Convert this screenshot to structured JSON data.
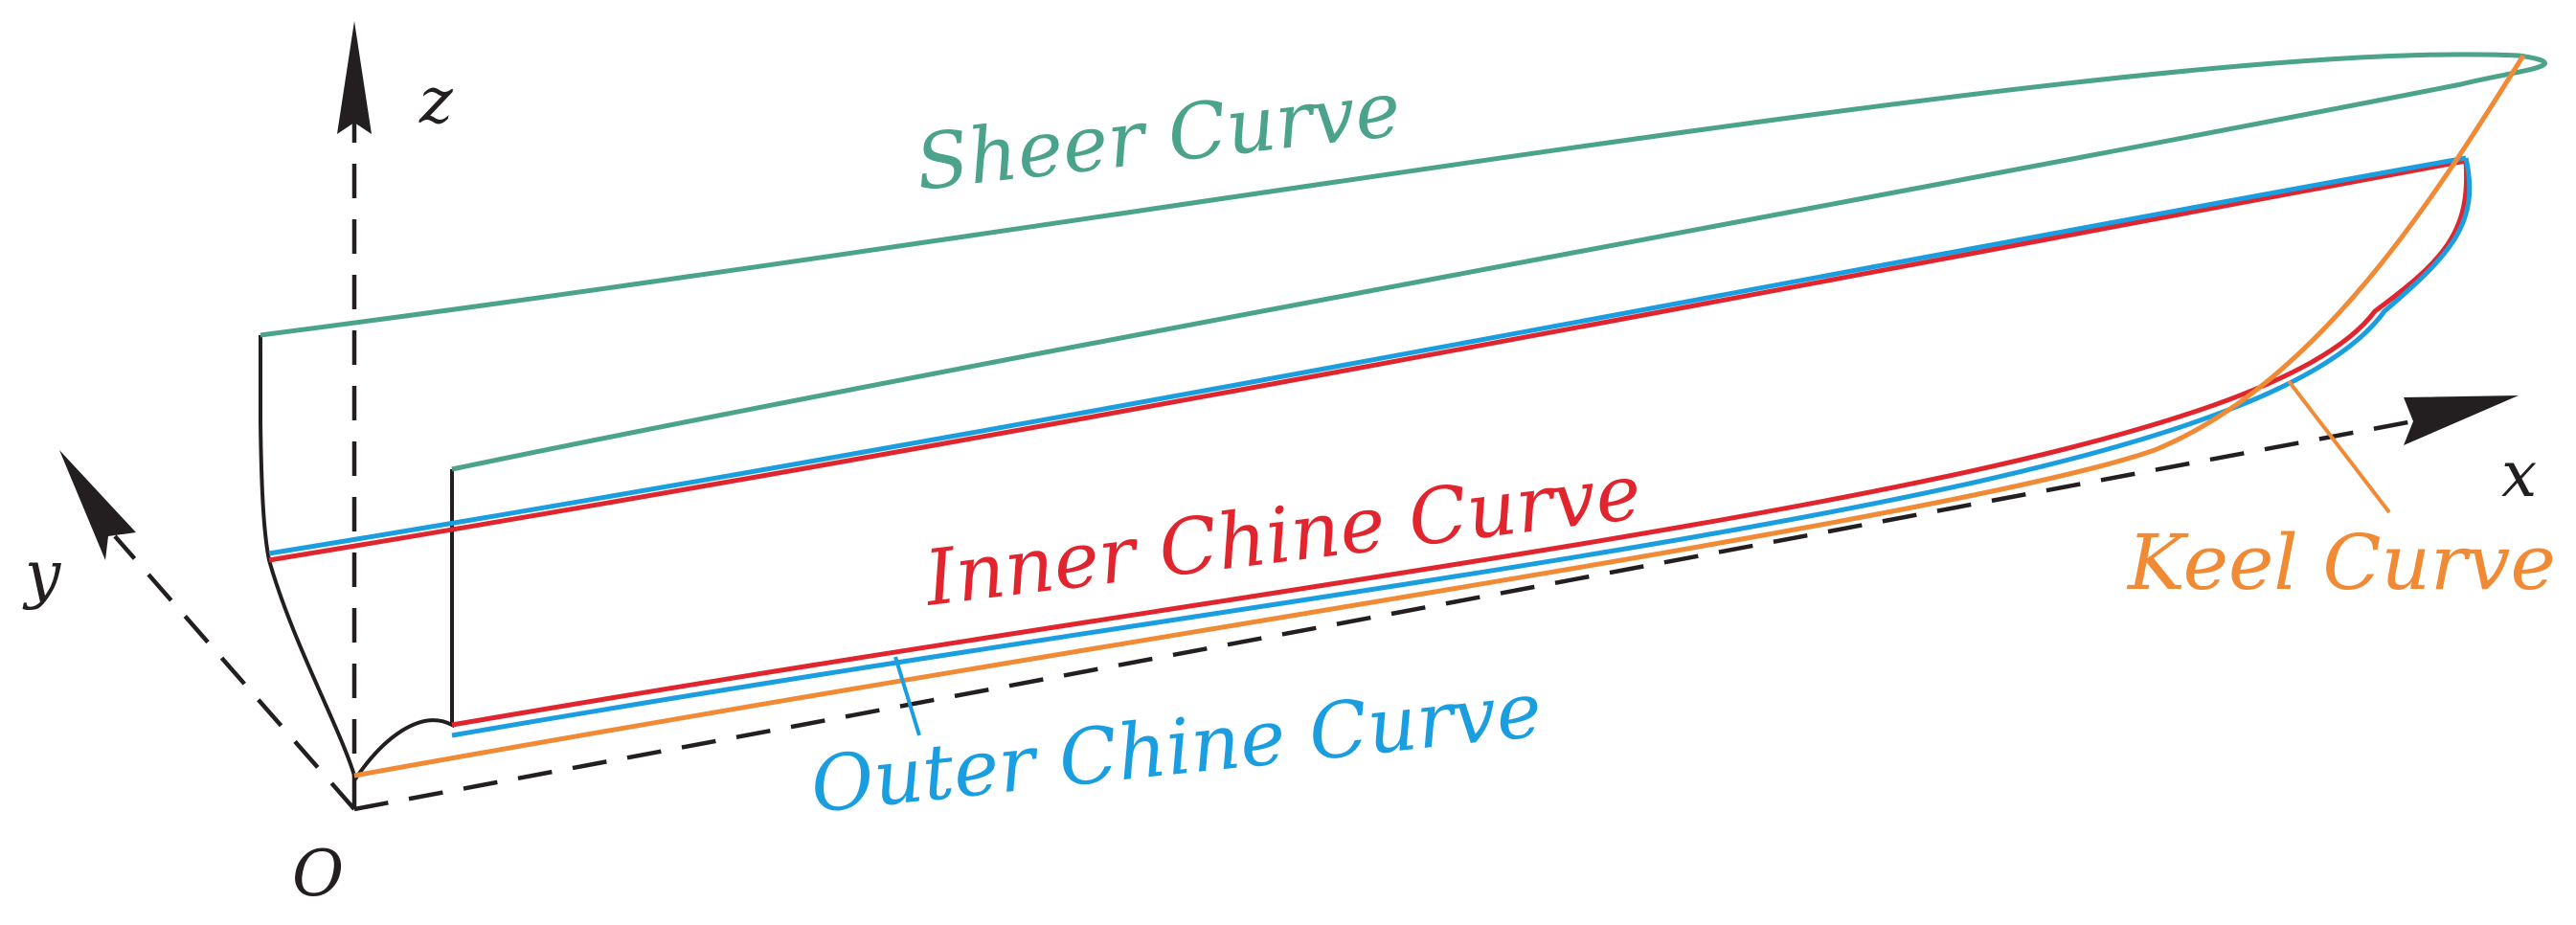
{
  "axes": {
    "x_label": "x",
    "y_label": "y",
    "z_label": "z",
    "origin_label": "O"
  },
  "curves": {
    "sheer": {
      "label": "Sheer Curve",
      "color": "#4aa38a"
    },
    "inner_chine": {
      "label": "Inner Chine  Curve",
      "color": "#e0252e"
    },
    "outer_chine": {
      "label": "Outer Chine  Curve",
      "color": "#1a9ee0"
    },
    "keel": {
      "label": "Keel  Curve",
      "color": "#f08a35"
    }
  },
  "colors": {
    "axis": "#231f20",
    "section": "#231f20"
  }
}
